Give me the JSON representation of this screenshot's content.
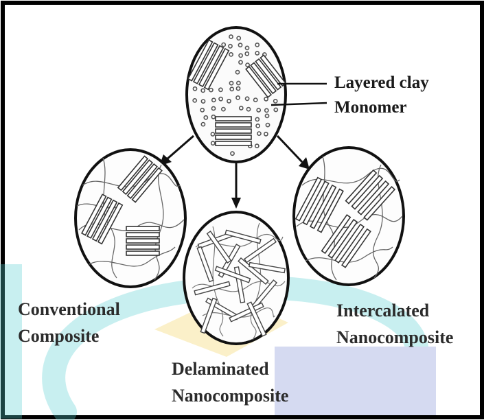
{
  "labels": {
    "layered_clay": "Layered clay",
    "monomer": "Monomer",
    "conventional_line1": "Conventional",
    "conventional_line2": "Composite",
    "delaminated_line1": "Delaminated",
    "delaminated_line2": "Nanocomposite",
    "intercalated_line1": "Intercalated",
    "intercalated_line2": "Nanocomposite"
  },
  "colors": {
    "ink": "#1a1a1a",
    "watermark_teal": "#58cfd1",
    "watermark_yellow": "#f3d35a",
    "watermark_blue": "#7f8fd6"
  },
  "watermark": {
    "description_icon": "watermark-logo"
  }
}
